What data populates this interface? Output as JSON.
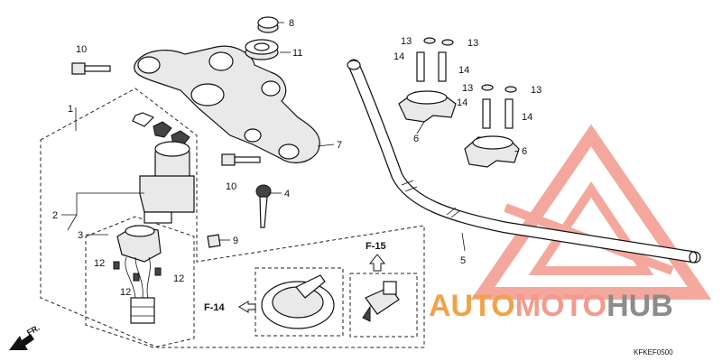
{
  "callouts": {
    "c1": "1",
    "c2": "2",
    "c3": "3",
    "c4": "4",
    "c5": "5",
    "c6a": "6",
    "c6b": "6",
    "c7": "7",
    "c8": "8",
    "c9": "9",
    "c10a": "10",
    "c10b": "10",
    "c11": "11",
    "c12a": "12",
    "c12b": "12",
    "c12c": "12",
    "c13a": "13",
    "c13b": "13",
    "c13c": "13",
    "c13d": "13",
    "c14a": "14",
    "c14b": "14",
    "c14c": "14",
    "c14d": "14"
  },
  "refs": {
    "f14": "F-14",
    "f15": "F-15"
  },
  "direction_label": "FR.",
  "diagram_code": "KFKEF0500",
  "watermark": {
    "part1": "AUTO",
    "part2": "MOTO",
    "part3": "HUB",
    "color_orange": "#f0a24a",
    "color_salmon": "#f39a8c",
    "color_gray": "#8c8c8c"
  }
}
